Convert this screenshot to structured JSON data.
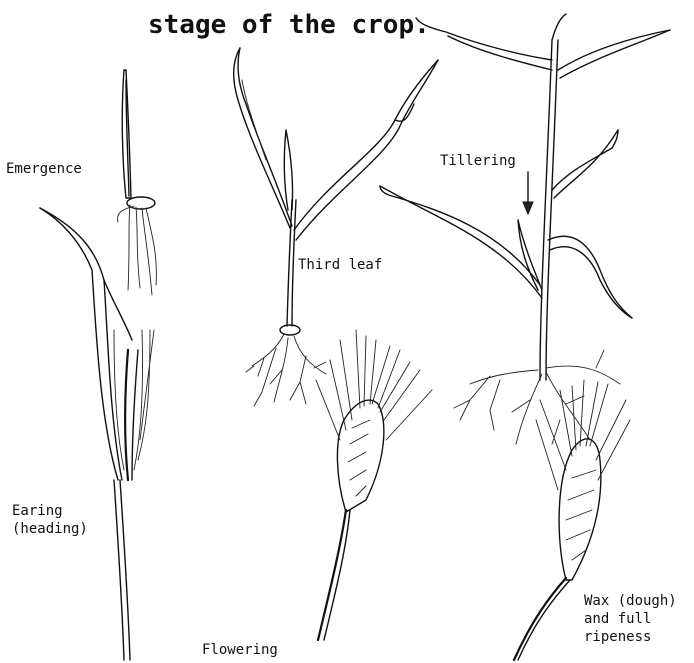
{
  "caption_fragment": "stage of the crop.",
  "stages": {
    "emergence": "Emergence",
    "third_leaf": "Third leaf",
    "tillering": "Tillering",
    "earing": "Earing\n(heading)",
    "flowering": "Flowering",
    "wax": "Wax (dough)\nand full\nripeness"
  }
}
